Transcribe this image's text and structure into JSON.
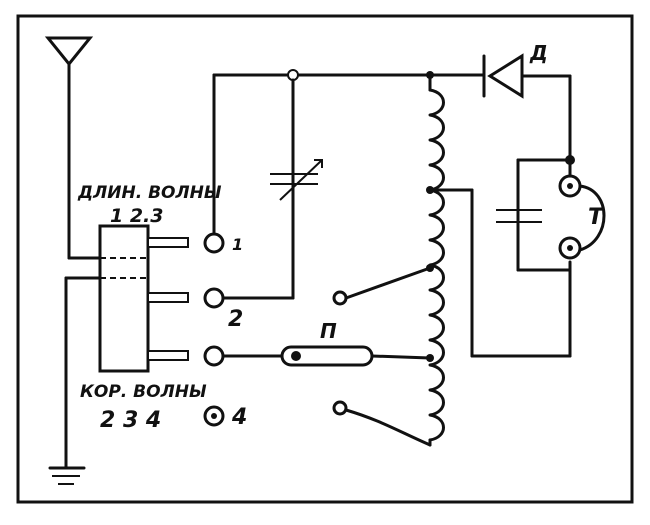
{
  "labels": {
    "long_waves": "ДЛИН. ВОЛНЫ",
    "long_waves_numbers": "1 2.3",
    "short_waves": "КОР. ВОЛНЫ",
    "short_waves_numbers": "2 3 4",
    "diode": "Д",
    "headphones": "Т",
    "switch": "П",
    "jack_1": "1",
    "jack_2": "2",
    "jack_4": "4"
  },
  "components": [
    "antenna",
    "ground",
    "variable-capacitor",
    "tapped-coil",
    "diode",
    "headphones",
    "fixed-capacitor",
    "switch",
    "plug"
  ]
}
